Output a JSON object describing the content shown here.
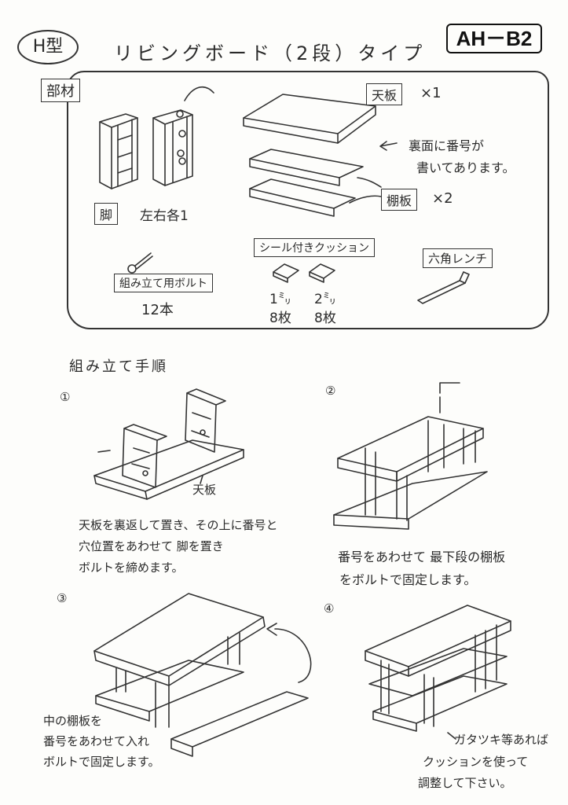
{
  "header": {
    "type_badge": "H型",
    "title": "リビングボード（2段）タイプ",
    "model_code": "AH－B2"
  },
  "parts": {
    "section_label": "部材",
    "top_board_label": "天板",
    "top_board_qty": "×1",
    "note_line1": "裏面に番号が",
    "note_line2": "書いてあります。",
    "shelf_label": "棚板",
    "shelf_qty": "×2",
    "leg_label": "脚",
    "leg_detail": "左右各1",
    "bolt_label": "組み立て用ボルト",
    "bolt_qty": "12本",
    "cushion_label": "シール付きクッション",
    "cushion_a_size": "1㍉",
    "cushion_a_qty": "8枚",
    "cushion_b_size": "2㍉",
    "cushion_b_qty": "8枚",
    "wrench_label": "六角レンチ"
  },
  "procedure": {
    "heading": "組み立て手順",
    "steps": [
      {
        "num": "①",
        "callout": "天板",
        "lines": [
          "天板を裏返して置き、その上に番号と",
          "穴位置をあわせて 脚を置き",
          "ボルトを締めます。"
        ]
      },
      {
        "num": "②",
        "lines": [
          "番号をあわせて 最下段の棚板",
          "をボルトで固定します。"
        ]
      },
      {
        "num": "③",
        "lines": [
          "中の棚板を",
          "番号をあわせて入れ",
          "ボルトで固定します。"
        ]
      },
      {
        "num": "④",
        "lines": [
          "ガタツキ等あれば",
          "クッションを使って",
          "調整して下さい。"
        ]
      }
    ]
  }
}
